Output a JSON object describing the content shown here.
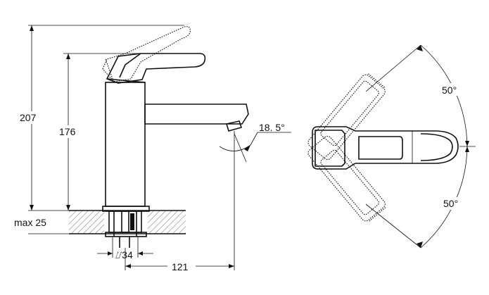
{
  "dimensions": {
    "total_height": "207",
    "spout_height": "176",
    "max_thickness": "max 25",
    "hole_diameter": "⌰34",
    "spout_reach": "121",
    "spout_angle": "18. 5°",
    "lever_angle_top": "50°",
    "lever_angle_bottom": "50°"
  }
}
